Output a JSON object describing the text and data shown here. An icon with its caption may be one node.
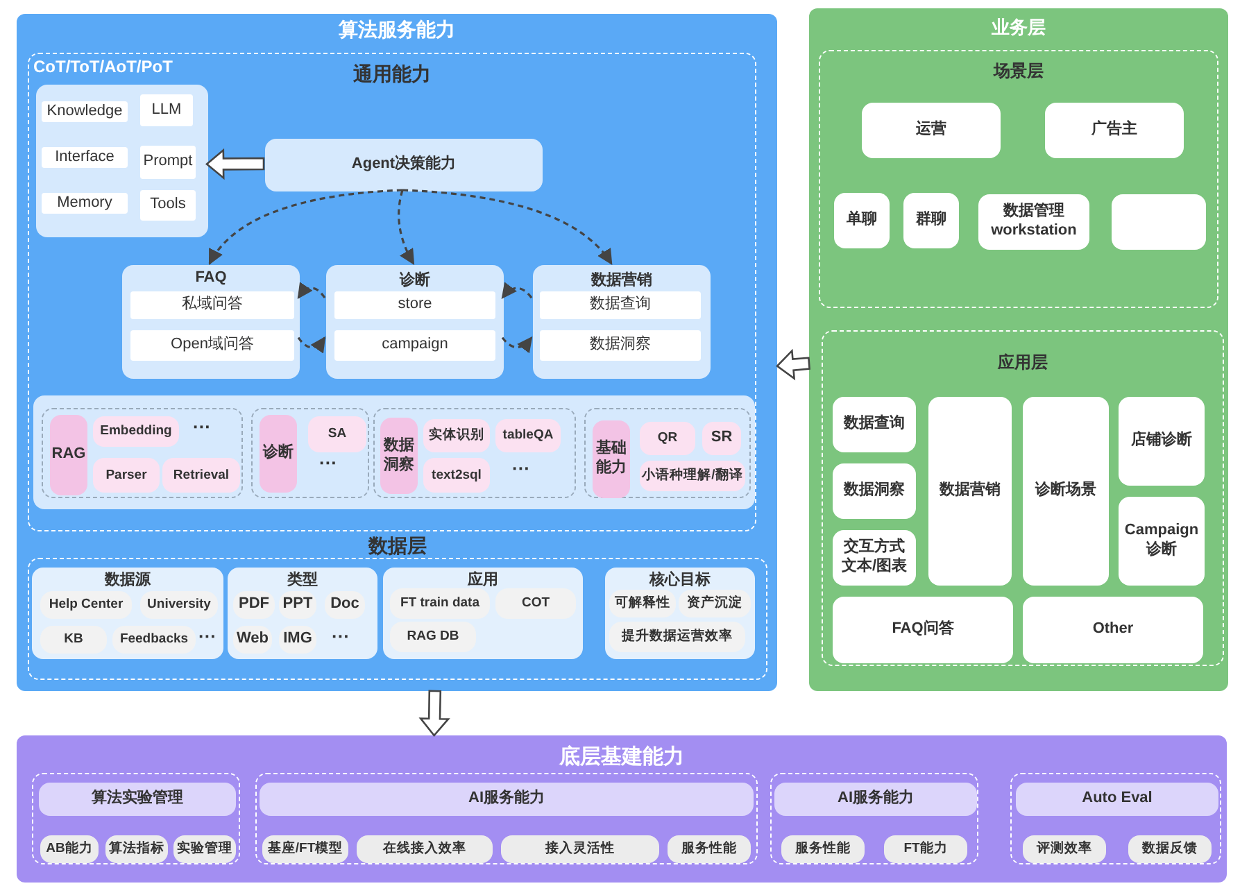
{
  "diagram": {
    "nodes": [
      {
        "text": [
          "算法服务能力"
        ]
      },
      {
        "text": [
          "通用能力"
        ],
        "in": 0
      },
      {
        "text": [
          "CoT/ToT/AoT/PoT"
        ],
        "in": 1
      },
      {
        "text": [
          "Knowledge"
        ],
        "in": 2
      },
      {
        "text": [
          "LLM"
        ],
        "in": 2
      },
      {
        "text": [
          "Interface"
        ],
        "in": 2
      },
      {
        "text": [
          "Prompt"
        ],
        "in": 2
      },
      {
        "text": [
          "Memory"
        ],
        "in": 2
      },
      {
        "text": [
          "Tools"
        ],
        "in": 2
      },
      {
        "text": [
          "Agent决策能力"
        ],
        "in": 1
      },
      {
        "text": [
          "FAQ"
        ],
        "in": 1
      },
      {
        "text": [
          "私域问答"
        ],
        "in": 10
      },
      {
        "text": [
          "Open域问答"
        ],
        "in": 10
      },
      {
        "text": [
          "诊断"
        ],
        "in": 1
      },
      {
        "text": [
          "store"
        ],
        "in": 13
      },
      {
        "text": [
          "campaign"
        ],
        "in": 13
      },
      {
        "text": [
          "数据营销"
        ],
        "in": 1
      },
      {
        "text": [
          "数据查询"
        ],
        "in": 16
      },
      {
        "text": [
          "数据洞察"
        ],
        "in": 16
      },
      {
        "text": [],
        "shape": "box",
        "in": 1
      },
      {
        "text": [],
        "shape": "box",
        "in": 19
      },
      {
        "text": [
          "RAG"
        ],
        "in": 20
      },
      {
        "text": [
          "Embedding"
        ],
        "in": 20
      },
      {
        "text": [
          "Parser"
        ],
        "in": 20
      },
      {
        "text": [
          "Retrieval"
        ],
        "in": 20
      },
      {
        "text": [],
        "shape": "box",
        "in": 19
      },
      {
        "text": [
          "诊断"
        ],
        "in": 25
      },
      {
        "text": [
          "SA"
        ],
        "in": 25
      },
      {
        "text": [],
        "shape": "box",
        "in": 19
      },
      {
        "text": [
          "数据洞察"
        ],
        "in": 28
      },
      {
        "text": [
          "实体识别"
        ],
        "in": 28
      },
      {
        "text": [
          "tableQA"
        ],
        "in": 28
      },
      {
        "text": [
          "text2sql"
        ],
        "in": 28
      },
      {
        "text": [],
        "shape": "box",
        "in": 19
      },
      {
        "text": [
          "基础能力"
        ],
        "in": 33
      },
      {
        "text": [
          "QR"
        ],
        "in": 33
      },
      {
        "text": [
          "SR"
        ],
        "in": 33
      },
      {
        "text": [
          "小语种理解/翻译"
        ],
        "in": 33
      },
      {
        "text": [
          "数据层"
        ],
        "in": 0
      },
      {
        "text": [
          "数据源"
        ],
        "in": 38
      },
      {
        "text": [
          "Help Center"
        ],
        "in": 39
      },
      {
        "text": [
          "University"
        ],
        "in": 39
      },
      {
        "text": [
          "KB"
        ],
        "in": 39
      },
      {
        "text": [
          "Feedbacks"
        ],
        "in": 39
      },
      {
        "text": [
          "类型"
        ],
        "in": 38
      },
      {
        "text": [
          "PDF"
        ],
        "in": 44
      },
      {
        "text": [
          "PPT"
        ],
        "in": 44
      },
      {
        "text": [
          "Doc"
        ],
        "in": 44
      },
      {
        "text": [
          "Web"
        ],
        "in": 44
      },
      {
        "text": [
          "IMG"
        ],
        "in": 44
      },
      {
        "text": [
          "应用"
        ],
        "in": 38
      },
      {
        "text": [
          "FT train data"
        ],
        "in": 50
      },
      {
        "text": [
          "COT"
        ],
        "in": 50
      },
      {
        "text": [
          "RAG DB"
        ],
        "in": 50
      },
      {
        "text": [
          "核心目标"
        ],
        "in": 38
      },
      {
        "text": [
          "可解释性"
        ],
        "in": 54
      },
      {
        "text": [
          "资产沉淀"
        ],
        "in": 54
      },
      {
        "text": [
          "提升数据运营效率"
        ],
        "in": 54
      },
      {
        "text": [
          "业务层"
        ]
      },
      {
        "text": [
          "场景层"
        ],
        "in": 58
      },
      {
        "text": [
          "运营"
        ],
        "in": 59
      },
      {
        "text": [
          "广告主"
        ],
        "in": 59
      },
      {
        "text": [
          "单聊"
        ],
        "in": 59
      },
      {
        "text": [
          "群聊"
        ],
        "in": 59
      },
      {
        "text": [
          "数据管理 workstation"
        ],
        "in": 59
      },
      {
        "text": [],
        "shape": "box",
        "in": 59
      },
      {
        "text": [
          "应用层"
        ],
        "in": 58
      },
      {
        "text": [
          "数据查询"
        ],
        "in": 66
      },
      {
        "text": [
          "数据洞察"
        ],
        "in": 66
      },
      {
        "text": [
          "交互方式",
          "文本/图表"
        ],
        "in": 66
      },
      {
        "text": [
          "数据营销"
        ],
        "in": 66
      },
      {
        "text": [
          "诊断场景"
        ],
        "in": 66
      },
      {
        "text": [
          "店铺诊断"
        ],
        "in": 66
      },
      {
        "text": [
          "Campaign 诊断"
        ],
        "in": 66
      },
      {
        "text": [
          "FAQ问答"
        ],
        "in": 66
      },
      {
        "text": [
          "Other"
        ],
        "in": 66
      },
      {
        "text": [
          "底层基建能力"
        ]
      },
      {
        "text": [],
        "shape": "box",
        "in": 76
      },
      {
        "text": [
          "算法实验管理"
        ],
        "in": 77
      },
      {
        "text": [
          "AB能力"
        ],
        "in": 77
      },
      {
        "text": [
          "算法指标"
        ],
        "in": 77
      },
      {
        "text": [
          "实验管理"
        ],
        "in": 77
      },
      {
        "text": [],
        "shape": "box",
        "in": 76
      },
      {
        "text": [
          "AI服务能力"
        ],
        "in": 82
      },
      {
        "text": [
          "基座/FT模型"
        ],
        "in": 82
      },
      {
        "text": [
          "在线接入效率"
        ],
        "in": 82
      },
      {
        "text": [
          "接入灵活性"
        ],
        "in": 82
      },
      {
        "text": [
          "服务性能"
        ],
        "in": 82
      },
      {
        "text": [],
        "shape": "box",
        "in": 76
      },
      {
        "text": [
          "AI服务能力"
        ],
        "in": 88
      },
      {
        "text": [
          "服务性能"
        ],
        "in": 88
      },
      {
        "text": [
          "FT能力"
        ],
        "in": 88
      },
      {
        "text": [],
        "shape": "box",
        "in": 76
      },
      {
        "text": [
          "Auto Eval"
        ],
        "in": 92
      },
      {
        "text": [
          "评测效率"
        ],
        "in": 92
      },
      {
        "text": [
          "数据反馈"
        ],
        "in": 92
      }
    ],
    "edges": [
      {
        "from": 9,
        "to": 2,
        "arrow": "to",
        "style": "thick"
      },
      {
        "from": 9,
        "to": 10,
        "arrow": "to",
        "style": "dashed"
      },
      {
        "from": 9,
        "to": 13,
        "arrow": "to",
        "style": "dashed"
      },
      {
        "from": 9,
        "to": 16,
        "arrow": "to",
        "style": "dashed"
      },
      {
        "from": 13,
        "to": 10,
        "arrow": "to",
        "style": "dashed"
      },
      {
        "from": 10,
        "to": 13,
        "arrow": "to",
        "style": "dashed"
      },
      {
        "from": 16,
        "to": 13,
        "arrow": "to",
        "style": "dashed"
      },
      {
        "from": 13,
        "to": 16,
        "arrow": "to",
        "style": "dashed"
      },
      {
        "from": 58,
        "to": 0,
        "arrow": "to",
        "style": "thick"
      },
      {
        "from": 0,
        "to": 76,
        "arrow": "to",
        "style": "thick"
      }
    ],
    "labels": [
      "···",
      "···",
      "···",
      "···",
      "···"
    ]
  }
}
